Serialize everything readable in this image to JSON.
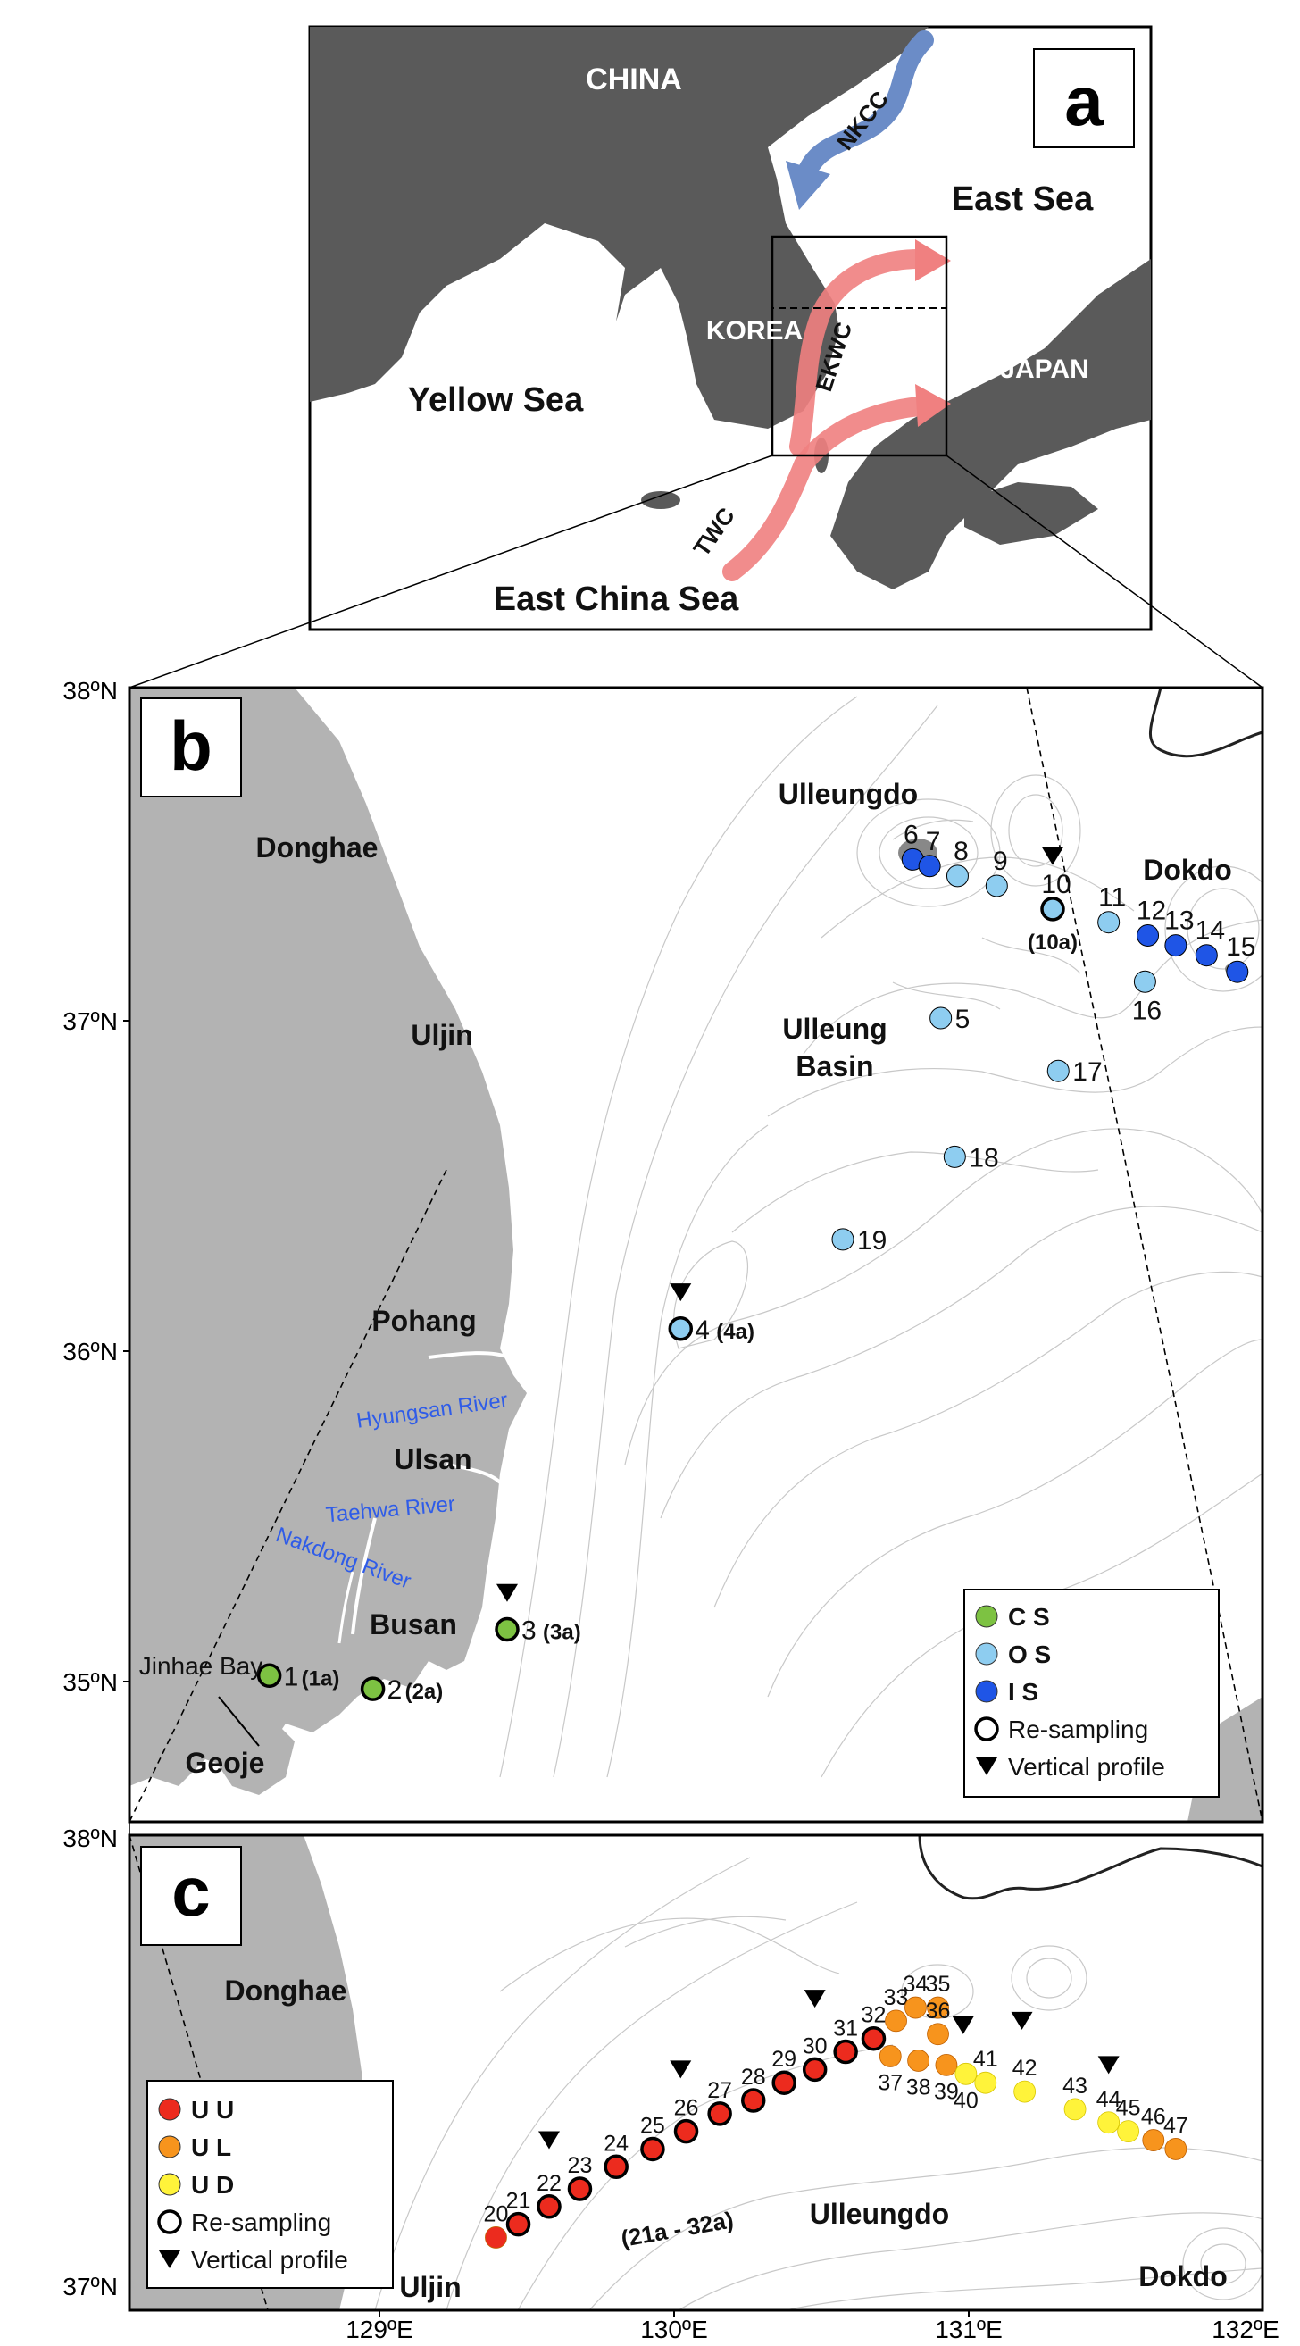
{
  "panel_a": {
    "tag": "a",
    "labels": {
      "china": "CHINA",
      "korea": "KOREA",
      "japan": "JAPAN",
      "east_sea": "East Sea",
      "yellow_sea": "Yellow Sea",
      "east_china_sea": "East China Sea",
      "nkcc": "NKCC",
      "ekwc": "EKWC",
      "twc": "TWC"
    },
    "colors": {
      "nkcc": "#6b8cc7",
      "warm_current": "#f08080",
      "land": "#5a5a5a"
    }
  },
  "panel_b": {
    "tag": "b",
    "lat_labels": [
      "38ºN",
      "37ºN",
      "36ºN",
      "35ºN"
    ],
    "places": {
      "donghae": "Donghae",
      "uljin": "Uljin",
      "pohang": "Pohang",
      "ulsan": "Ulsan",
      "busan": "Busan",
      "geoje": "Geoje",
      "jinhae": "Jinhae Bay",
      "ulleungdo": "Ulleungdo",
      "dokdo": "Dokdo",
      "basin1": "Ulleung",
      "basin2": "Basin"
    },
    "rivers": [
      "Hyungsan River",
      "Taehwa River",
      "Nakdong River"
    ],
    "stations": [
      {
        "id": "1",
        "cls": "CS",
        "lon": 128.6,
        "lat": 35.01,
        "resample": "(1a)"
      },
      {
        "id": "2",
        "cls": "CS",
        "lon": 128.97,
        "lat": 34.97,
        "resample": "(2a)"
      },
      {
        "id": "3",
        "cls": "CS",
        "lon": 129.45,
        "lat": 35.15,
        "resample": "(3a)"
      },
      {
        "id": "4",
        "cls": "OS",
        "lon": 130.07,
        "lat": 36.06,
        "resample": "(4a)"
      },
      {
        "id": "5",
        "cls": "OS",
        "lon": 131.0,
        "lat": 37.0,
        "resample": ""
      },
      {
        "id": "6",
        "cls": "IS",
        "lon": 130.9,
        "lat": 37.48,
        "resample": ""
      },
      {
        "id": "7",
        "cls": "IS",
        "lon": 130.96,
        "lat": 37.46,
        "resample": ""
      },
      {
        "id": "8",
        "cls": "OS",
        "lon": 131.06,
        "lat": 37.43,
        "resample": ""
      },
      {
        "id": "9",
        "cls": "OS",
        "lon": 131.2,
        "lat": 37.4,
        "resample": ""
      },
      {
        "id": "10",
        "cls": "OS",
        "lon": 131.4,
        "lat": 37.33,
        "resample": "(10a)"
      },
      {
        "id": "11",
        "cls": "OS",
        "lon": 131.6,
        "lat": 37.29,
        "resample": ""
      },
      {
        "id": "12",
        "cls": "IS",
        "lon": 131.74,
        "lat": 37.25,
        "resample": ""
      },
      {
        "id": "13",
        "cls": "IS",
        "lon": 131.84,
        "lat": 37.22,
        "resample": ""
      },
      {
        "id": "14",
        "cls": "IS",
        "lon": 131.95,
        "lat": 37.19,
        "resample": ""
      },
      {
        "id": "15",
        "cls": "IS",
        "lon": 132.06,
        "lat": 37.14,
        "resample": ""
      },
      {
        "id": "16",
        "cls": "OS",
        "lon": 131.73,
        "lat": 37.11,
        "resample": ""
      },
      {
        "id": "17",
        "cls": "OS",
        "lon": 131.42,
        "lat": 36.84,
        "resample": ""
      },
      {
        "id": "18",
        "cls": "OS",
        "lon": 131.05,
        "lat": 36.58,
        "resample": ""
      },
      {
        "id": "19",
        "cls": "OS",
        "lon": 130.65,
        "lat": 36.33,
        "resample": ""
      }
    ],
    "profiles": [
      {
        "lon": 130.07,
        "lat": 36.17
      },
      {
        "lon": 131.4,
        "lat": 37.49
      },
      {
        "lon": 129.45,
        "lat": 35.26
      }
    ],
    "legend": [
      {
        "key": "CS",
        "label": "C S"
      },
      {
        "key": "OS",
        "label": "O S"
      },
      {
        "key": "IS",
        "label": "I S"
      },
      {
        "key": "resample",
        "label": "Re-sampling"
      },
      {
        "key": "profile",
        "label": "Vertical profile"
      }
    ]
  },
  "panel_c": {
    "tag": "c",
    "lat_labels": [
      "38ºN",
      "37ºN"
    ],
    "lon_labels": [
      "129ºE",
      "130ºE",
      "131ºE",
      "132ºE"
    ],
    "places": {
      "donghae": "Donghae",
      "uljin": "Uljin",
      "ulleungdo": "Ulleungdo",
      "dokdo": "Dokdo",
      "range": "(21a - 32a)"
    },
    "stations": [
      {
        "id": "20",
        "cls": "UU",
        "lon": 129.41,
        "lat": 37.09,
        "resample": false
      },
      {
        "id": "21",
        "cls": "UU",
        "lon": 129.49,
        "lat": 37.12,
        "resample": true
      },
      {
        "id": "22",
        "cls": "UU",
        "lon": 129.6,
        "lat": 37.16,
        "resample": true
      },
      {
        "id": "23",
        "cls": "UU",
        "lon": 129.71,
        "lat": 37.2,
        "resample": true
      },
      {
        "id": "24",
        "cls": "UU",
        "lon": 129.84,
        "lat": 37.25,
        "resample": true
      },
      {
        "id": "25",
        "cls": "UU",
        "lon": 129.97,
        "lat": 37.29,
        "resample": true
      },
      {
        "id": "26",
        "cls": "UU",
        "lon": 130.09,
        "lat": 37.33,
        "resample": true
      },
      {
        "id": "27",
        "cls": "UU",
        "lon": 130.21,
        "lat": 37.37,
        "resample": true
      },
      {
        "id": "28",
        "cls": "UU",
        "lon": 130.33,
        "lat": 37.4,
        "resample": true
      },
      {
        "id": "29",
        "cls": "UU",
        "lon": 130.44,
        "lat": 37.44,
        "resample": true
      },
      {
        "id": "30",
        "cls": "UU",
        "lon": 130.55,
        "lat": 37.47,
        "resample": true
      },
      {
        "id": "31",
        "cls": "UU",
        "lon": 130.66,
        "lat": 37.51,
        "resample": true
      },
      {
        "id": "32",
        "cls": "UU",
        "lon": 130.76,
        "lat": 37.54,
        "resample": true
      },
      {
        "id": "33",
        "cls": "UL",
        "lon": 130.84,
        "lat": 37.58,
        "resample": false
      },
      {
        "id": "34",
        "cls": "UL",
        "lon": 130.91,
        "lat": 37.61,
        "resample": false
      },
      {
        "id": "35",
        "cls": "UL",
        "lon": 130.99,
        "lat": 37.61,
        "resample": false
      },
      {
        "id": "36",
        "cls": "UL",
        "lon": 130.99,
        "lat": 37.55,
        "resample": false
      },
      {
        "id": "37",
        "cls": "UL",
        "lon": 130.82,
        "lat": 37.5,
        "resample": false
      },
      {
        "id": "38",
        "cls": "UL",
        "lon": 130.92,
        "lat": 37.49,
        "resample": false
      },
      {
        "id": "39",
        "cls": "UL",
        "lon": 131.02,
        "lat": 37.48,
        "resample": false
      },
      {
        "id": "40",
        "cls": "UD",
        "lon": 131.09,
        "lat": 37.46,
        "resample": false
      },
      {
        "id": "41",
        "cls": "UD",
        "lon": 131.16,
        "lat": 37.44,
        "resample": false
      },
      {
        "id": "42",
        "cls": "UD",
        "lon": 131.3,
        "lat": 37.42,
        "resample": false
      },
      {
        "id": "43",
        "cls": "UD",
        "lon": 131.48,
        "lat": 37.38,
        "resample": false
      },
      {
        "id": "44",
        "cls": "UD",
        "lon": 131.6,
        "lat": 37.35,
        "resample": false
      },
      {
        "id": "45",
        "cls": "UD",
        "lon": 131.67,
        "lat": 37.33,
        "resample": false
      },
      {
        "id": "46",
        "cls": "UL",
        "lon": 131.76,
        "lat": 37.31,
        "resample": false
      },
      {
        "id": "47",
        "cls": "UL",
        "lon": 131.84,
        "lat": 37.29,
        "resample": false
      }
    ],
    "profiles": [
      {
        "lon": 129.6,
        "lat": 37.31
      },
      {
        "lon": 130.07,
        "lat": 37.47
      },
      {
        "lon": 130.55,
        "lat": 37.63
      },
      {
        "lon": 131.08,
        "lat": 37.57
      },
      {
        "lon": 131.29,
        "lat": 37.58
      },
      {
        "lon": 131.6,
        "lat": 37.48
      }
    ],
    "legend": [
      {
        "key": "UU",
        "label": "U U"
      },
      {
        "key": "UL",
        "label": "U L"
      },
      {
        "key": "UD",
        "label": "U D"
      },
      {
        "key": "resample",
        "label": "Re-sampling"
      },
      {
        "key": "profile",
        "label": "Vertical profile"
      }
    ]
  },
  "station_colors": {
    "CS": "#7dc242",
    "OS": "#8ecdf0",
    "IS": "#1f55e6",
    "UU": "#ec2b1e",
    "UL": "#f7941d",
    "UD": "#fff33a"
  }
}
